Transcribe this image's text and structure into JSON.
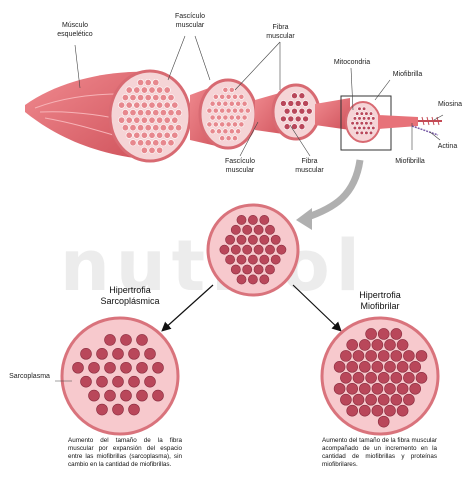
{
  "watermark": "nutriol",
  "labels": {
    "musculo": "Músculo\nesquelético",
    "fasciculo_top": "Fascículo\nmuscular",
    "fibra_top": "Fibra\nmuscular",
    "mitocondria": "Mitocondria",
    "miofibrilla_top": "Miofibrilla",
    "miosina": "Miosina",
    "actina": "Actina",
    "fasciculo_bottom": "Fascículo\nmuscular",
    "fibra_bottom": "Fibra\nmuscular",
    "miofibrilla_bottom": "Miofibrilla",
    "sarcoplasma": "Sarcoplasma"
  },
  "titles": {
    "sarco": "Hipertrofia\nSarcoplásmica",
    "mio": "Hipertrofia\nMiofibrilar"
  },
  "descriptions": {
    "sarco": "Aumento del tamaño de la fibra muscular por expansión del espacio entre las miofibrillas (sarcoplasma), sin cambio en la cantidad de miofibrillas.",
    "mio": "Aumento del tamaño de la fibra muscular acompañado de un incremento en la cantidad de miofibrillas y proteínas miofibrilares."
  },
  "colors": {
    "muscle": "#e06a70",
    "muscle_dark": "#c44a55",
    "fibril": "#b9475a",
    "fibril_dark": "#8a2e40",
    "fill_light": "#f7c9cd",
    "border": "#d9737c",
    "arrow_gray": "#b0b0b0"
  }
}
